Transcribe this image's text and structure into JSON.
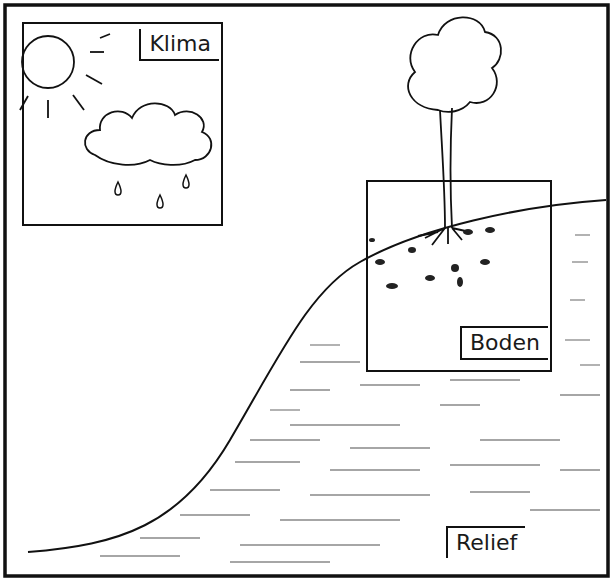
{
  "diagram": {
    "nodes": [
      {
        "text": [
          "Klima"
        ]
      },
      {
        "text": [
          "Boden"
        ]
      },
      {
        "text": [
          "Relief"
        ]
      }
    ]
  }
}
